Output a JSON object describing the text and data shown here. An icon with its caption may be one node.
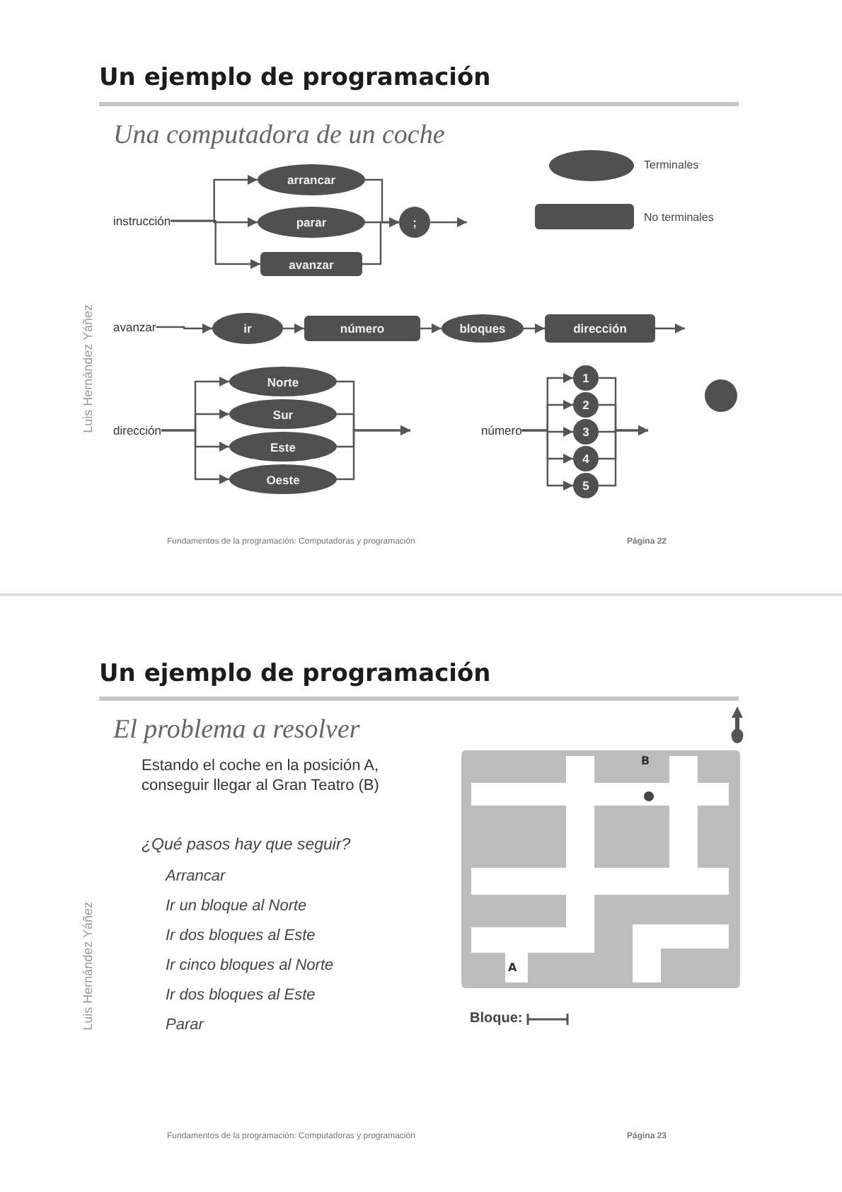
{
  "diagram": {
    "nodes": [
      {
        "text": [
          "instrucción"
        ]
      },
      {
        "text": [
          "arrancar"
        ]
      },
      {
        "text": [
          "parar"
        ]
      },
      {
        "text": [
          "avanzar"
        ]
      },
      {
        "text": [
          ";"
        ]
      },
      {
        "text": [
          "avanzar"
        ]
      },
      {
        "text": [
          "ir"
        ]
      },
      {
        "text": [
          "número"
        ]
      },
      {
        "text": [
          "bloques"
        ]
      },
      {
        "text": [
          "dirección"
        ]
      },
      {
        "text": [
          "dirección"
        ]
      },
      {
        "text": [
          "Norte"
        ]
      },
      {
        "text": [
          "Sur"
        ]
      },
      {
        "text": [
          "Este"
        ]
      },
      {
        "text": [
          "Oeste"
        ]
      },
      {
        "text": [
          "número"
        ]
      },
      {
        "text": [
          "1"
        ]
      },
      {
        "text": [
          "2"
        ]
      },
      {
        "text": [
          "3"
        ]
      },
      {
        "text": [
          "4"
        ]
      },
      {
        "text": [
          "5"
        ]
      },
      {
        "text": [],
        "shape": "circle"
      }
    ],
    "edges": [
      {
        "from": 0,
        "to": 1,
        "arrow": "to"
      },
      {
        "from": 0,
        "to": 2,
        "arrow": "to"
      },
      {
        "from": 0,
        "to": 3,
        "arrow": "to"
      },
      {
        "from": 1,
        "to": 4,
        "arrow": "to"
      },
      {
        "from": 2,
        "to": 4,
        "arrow": "to"
      },
      {
        "from": 3,
        "to": 4,
        "arrow": "to"
      },
      {
        "from": 4,
        "to": null,
        "arrow": "to"
      },
      {
        "from": 5,
        "to": 6,
        "arrow": "to"
      },
      {
        "from": 6,
        "to": 7,
        "arrow": "to"
      },
      {
        "from": 7,
        "to": 8,
        "arrow": "to"
      },
      {
        "from": 8,
        "to": 9,
        "arrow": "to"
      },
      {
        "from": 9,
        "to": null,
        "arrow": "to"
      },
      {
        "from": 10,
        "to": 11,
        "arrow": "to"
      },
      {
        "from": 10,
        "to": 12,
        "arrow": "to"
      },
      {
        "from": 10,
        "to": 13,
        "arrow": "to"
      },
      {
        "from": 10,
        "to": 14,
        "arrow": "to"
      },
      {
        "from": 11,
        "to": null,
        "arrow": "to"
      },
      {
        "from": 12,
        "to": null,
        "arrow": "to"
      },
      {
        "from": 13,
        "to": null,
        "arrow": "to"
      },
      {
        "from": 14,
        "to": null,
        "arrow": "to"
      },
      {
        "from": 15,
        "to": 16,
        "arrow": "to"
      },
      {
        "from": 15,
        "to": 17,
        "arrow": "to"
      },
      {
        "from": 15,
        "to": 18,
        "arrow": "to"
      },
      {
        "from": 15,
        "to": 19,
        "arrow": "to"
      },
      {
        "from": 15,
        "to": 20,
        "arrow": "to"
      },
      {
        "from": 16,
        "to": null,
        "arrow": "to"
      },
      {
        "from": 17,
        "to": null,
        "arrow": "to"
      },
      {
        "from": 18,
        "to": null,
        "arrow": "to"
      },
      {
        "from": 19,
        "to": null,
        "arrow": "to"
      },
      {
        "from": 20,
        "to": null,
        "arrow": "to"
      }
    ],
    "labels": [
      "Un ejemplo de programación",
      "Una computadora de un coche",
      "Luis Hernández Yáñez",
      "Fundamentos de la programación: Computadoras y programación",
      "Página 22",
      "Un ejemplo de programación",
      "El problema a resolver",
      "Estando el coche en la posición A, conseguir llegar al Gran Teatro (B)",
      "B",
      "¿Qué pasos hay que seguir?",
      "Arrancar",
      "Ir un bloque al Norte",
      "Ir dos bloques al Este",
      "Ir cinco bloques al Norte",
      "Ir dos bloques al Este",
      "Parar",
      "A",
      "Bloque:",
      "Luis Hernández Yáñez",
      "Fundamentos de la programación: Computadoras y programación",
      "Página 23"
    ],
    "legend": [
      {
        "text": "Terminales"
      },
      {
        "text": "No terminales"
      }
    ]
  }
}
